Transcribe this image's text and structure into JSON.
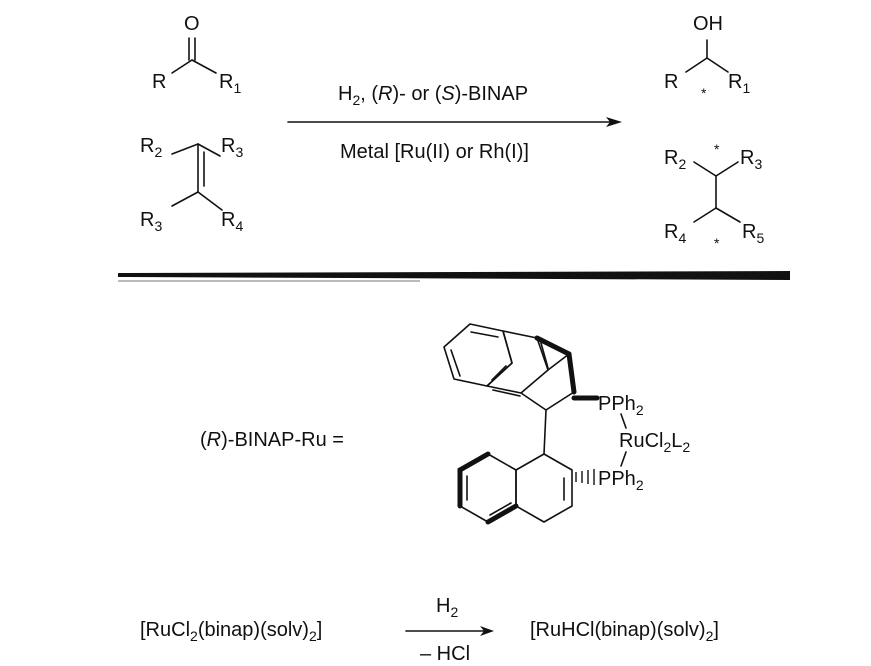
{
  "scheme_top": {
    "ketone": {
      "oxygen": "O",
      "left": "R",
      "right": "R",
      "right_sub": "1"
    },
    "alkene": {
      "r_top_left": "R",
      "r_top_left_sub": "2",
      "r_top_right": "R",
      "r_top_right_sub": "3",
      "r_bottom_left": "R",
      "r_bottom_left_sub": "3",
      "r_bottom_right": "R",
      "r_bottom_right_sub": "4"
    },
    "arrow_top": {
      "h": "H",
      "h_sub": "2",
      "sep1": ", (",
      "r": "R",
      "mid": ")- or (",
      "s": "S",
      "end": ")-BINAP"
    },
    "arrow_bottom": "Metal [Ru(II) or Rh(I)]",
    "alcohol": {
      "oh": "OH",
      "left": "R",
      "right": "R",
      "right_sub": "1",
      "star": "*"
    },
    "alkane": {
      "r2": "R",
      "r2_sub": "2",
      "r3": "R",
      "r3_sub": "3",
      "r4": "R",
      "r4_sub": "4",
      "r5": "R",
      "r5_sub": "5",
      "star": "*"
    }
  },
  "catalyst": {
    "label_open": "(",
    "label_r": "R",
    "label_rest": ")-BINAP-Ru =",
    "pph2_top": "PPh",
    "pph2_top_sub": "2",
    "ru": "RuCl",
    "ru_sub1": "2",
    "ru_mid": "L",
    "ru_sub2": "2",
    "pph2_bottom": "PPh",
    "pph2_bottom_sub": "2"
  },
  "equation": {
    "left_a": "[RuCl",
    "left_sub1": "2",
    "left_b": "(binap)(solv)",
    "left_sub2": "2",
    "left_c": "]",
    "above": "H",
    "above_sub": "2",
    "below": "– HCl",
    "right_a": "[RuHCl(binap)(solv)",
    "right_sub": "2",
    "right_c": "]"
  }
}
